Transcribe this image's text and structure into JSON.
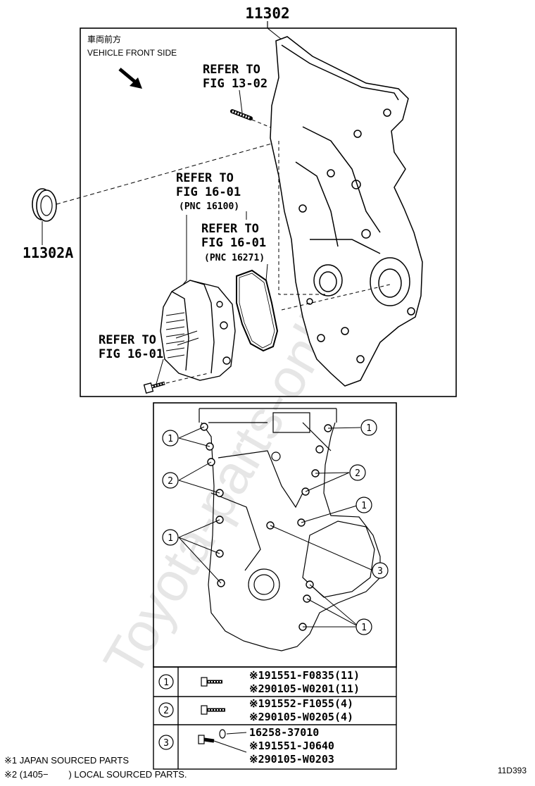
{
  "part_number_top": "11302",
  "part_number_seal": "11302A",
  "direction": {
    "jp": "車両前方",
    "en": "VEHICLE FRONT SIDE"
  },
  "refers": [
    {
      "line1": "REFER TO",
      "line2": "FIG 13-02",
      "pnc": ""
    },
    {
      "line1": "REFER TO",
      "line2": "FIG 16-01",
      "pnc": "(PNC 16100)"
    },
    {
      "line1": "REFER TO",
      "line2": "FIG 16-01",
      "pnc": "(PNC 16271)"
    },
    {
      "line1": "REFER TO",
      "line2": "FIG 16-01",
      "pnc": ""
    }
  ],
  "callout_labels": [
    "1",
    "2",
    "3"
  ],
  "parts_table": [
    {
      "ref": "1",
      "lines": [
        "※191551-F0835(11)",
        "※290105-W0201(11)"
      ]
    },
    {
      "ref": "2",
      "lines": [
        "※191552-F1055(4)",
        "※290105-W0205(4)"
      ]
    },
    {
      "ref": "3",
      "lines": [
        "16258-37010",
        "※191551-J0640",
        "※290105-W0203"
      ]
    }
  ],
  "footnotes": [
    "※1 JAPAN SOURCED PARTS",
    "※2 (1405−        ) LOCAL SOURCED PARTS."
  ],
  "figure_id": "11D393",
  "watermark": "Toyota-parts-online.ru"
}
